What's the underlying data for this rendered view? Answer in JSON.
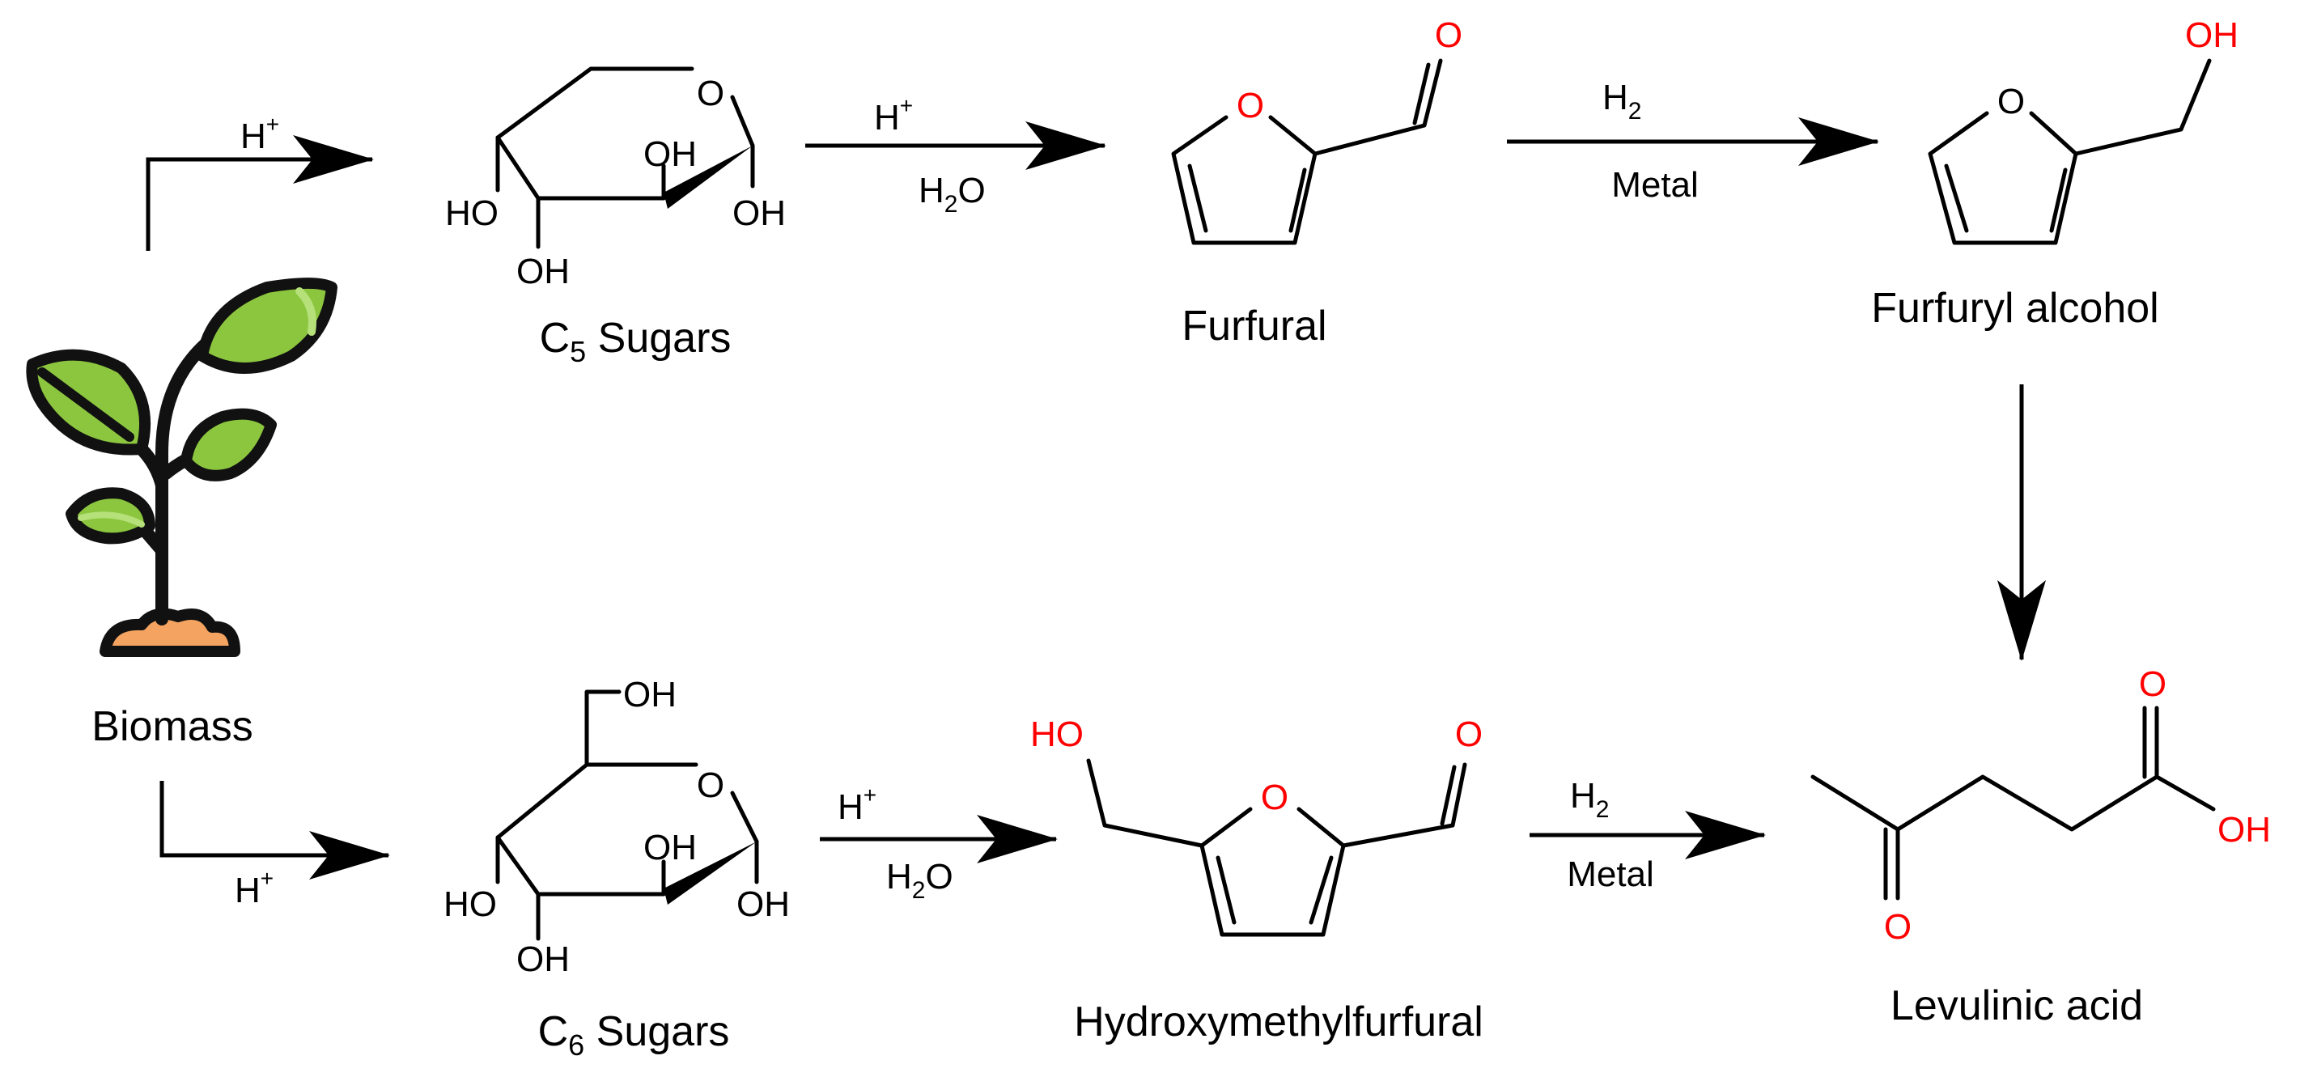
{
  "labels": {
    "biomass": "Biomass",
    "c5_prefix": "C",
    "c5_sub": "5",
    "c5_suffix": " Sugars",
    "c6_prefix": "C",
    "c6_sub": "6",
    "c6_suffix": " Sugars",
    "furfural": "Furfural",
    "furfuryl_alcohol": "Furfuryl alcohol",
    "hmf": "Hydroxymethylfurfural",
    "levulinic_acid": "Levulinic acid"
  },
  "reagents": {
    "h": "H",
    "plus": "+",
    "h2o_h": "H",
    "h2o_sub": "2",
    "h2o_o": "O",
    "h2_h": "H",
    "h2_sub": "2",
    "metal": "Metal"
  },
  "atoms": {
    "O": "O",
    "OH": "OH",
    "HO": "HO"
  },
  "colors": {
    "heteroatom": "#ff0000",
    "leaf_green": "#8cc63f",
    "leaf_light": "#b5e07a",
    "soil": "#f4a460",
    "ink": "#000000"
  }
}
